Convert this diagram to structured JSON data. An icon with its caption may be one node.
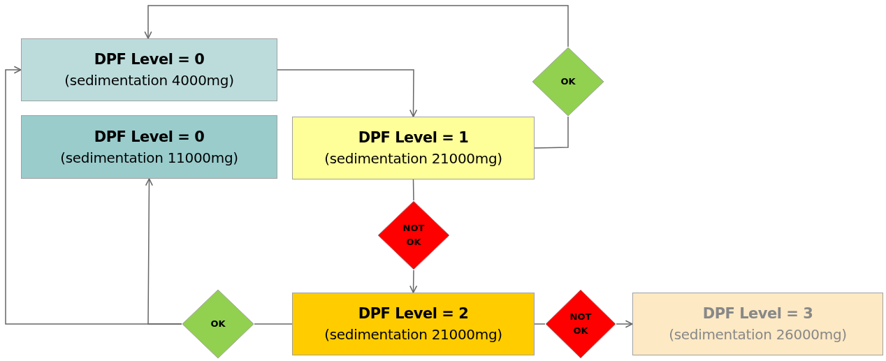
{
  "diagram": {
    "nodes": [
      {
        "text": [
          "DPF Level = 0",
          "(sedimentation 4000mg)"
        ]
      },
      {
        "text": [
          "DPF Level = 0",
          "(sedimentation 11000mg)"
        ]
      },
      {
        "text": [
          "DPF Level = 1",
          "(sedimentation 21000mg)"
        ]
      },
      {
        "text": [
          "OK"
        ]
      },
      {
        "text": [
          "NOT OK"
        ]
      },
      {
        "text": [
          "DPF Level = 2",
          "(sedimentation 21000mg)"
        ]
      },
      {
        "text": [
          "OK"
        ]
      },
      {
        "text": [
          "NOT OK"
        ]
      },
      {
        "text": [
          "DPF Level = 3",
          "(sedimentation 26000mg)"
        ]
      }
    ],
    "edges": [
      {
        "from": 0,
        "to": 2,
        "arrow": "to"
      },
      {
        "from": 2,
        "to": 3,
        "arrow": "none"
      },
      {
        "from": 3,
        "to": 0,
        "arrow": "to"
      },
      {
        "from": 2,
        "to": 4,
        "arrow": "none"
      },
      {
        "from": 4,
        "to": 5,
        "arrow": "to"
      },
      {
        "from": 5,
        "to": 6,
        "arrow": "none"
      },
      {
        "from": 6,
        "to": 0,
        "arrow": "to"
      },
      {
        "from": 6,
        "to": 1,
        "arrow": "to"
      },
      {
        "from": 5,
        "to": 7,
        "arrow": "none"
      },
      {
        "from": 7,
        "to": 8,
        "arrow": "to"
      }
    ]
  }
}
